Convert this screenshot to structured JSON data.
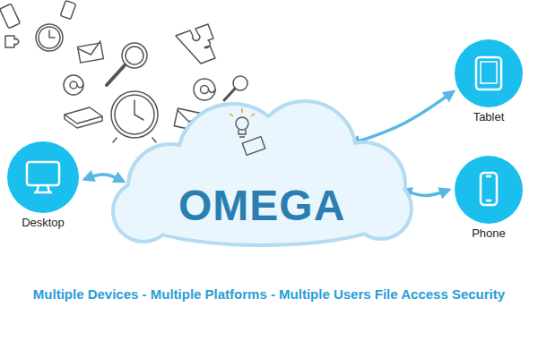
{
  "diagram": {
    "caption": "Multiple Devices - Multiple Platforms - Multiple Users File Access Security",
    "nodes": [
      {
        "text": [
          "OMEGA"
        ]
      },
      {
        "text": [
          "Tablet"
        ]
      },
      {
        "text": [
          "Desktop"
        ]
      },
      {
        "text": [
          "Phone"
        ]
      }
    ],
    "edges": [
      {
        "from": 0,
        "to": 1,
        "arrow": "both"
      },
      {
        "from": 0,
        "to": 2,
        "arrow": "both"
      },
      {
        "from": 0,
        "to": 3,
        "arrow": "both"
      }
    ]
  }
}
